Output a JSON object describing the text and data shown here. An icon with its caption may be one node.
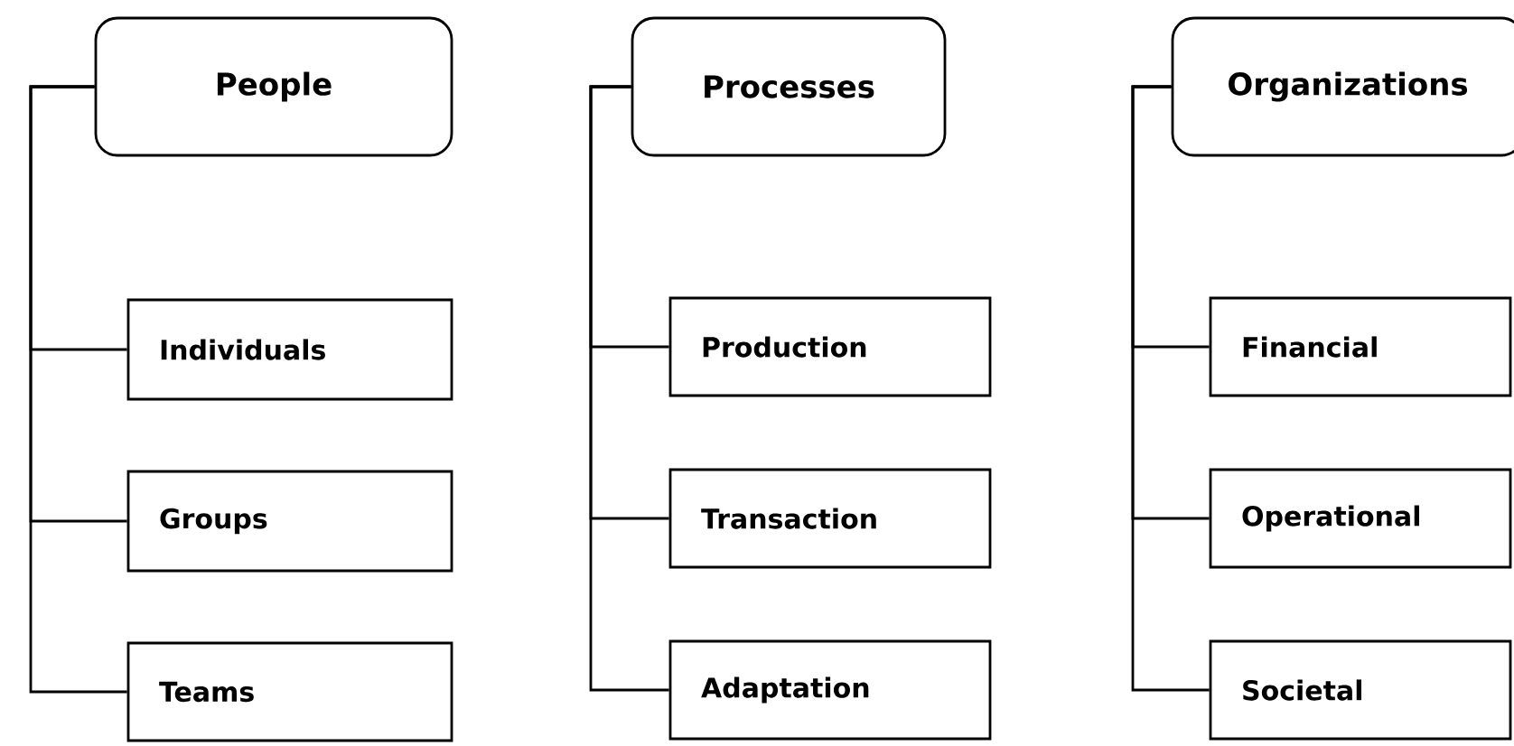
{
  "diagram": {
    "nodes": [
      {
        "text": [
          "People"
        ]
      },
      {
        "text": [
          "Individuals"
        ]
      },
      {
        "text": [
          "Groups"
        ]
      },
      {
        "text": [
          "Teams"
        ]
      },
      {
        "text": [
          "Processes"
        ]
      },
      {
        "text": [
          "Production"
        ]
      },
      {
        "text": [
          "Transaction"
        ]
      },
      {
        "text": [
          "Adaptation"
        ]
      },
      {
        "text": [
          "Organizations"
        ]
      },
      {
        "text": [
          "Financial"
        ]
      },
      {
        "text": [
          "Operational"
        ]
      },
      {
        "text": [
          "Societal"
        ]
      }
    ],
    "edges": [
      {
        "from": 0,
        "to": 1,
        "arrow": "none"
      },
      {
        "from": 0,
        "to": 2,
        "arrow": "none"
      },
      {
        "from": 0,
        "to": 3,
        "arrow": "none"
      },
      {
        "from": 4,
        "to": 5,
        "arrow": "none"
      },
      {
        "from": 4,
        "to": 6,
        "arrow": "none"
      },
      {
        "from": 4,
        "to": 7,
        "arrow": "none"
      },
      {
        "from": 8,
        "to": 9,
        "arrow": "none"
      },
      {
        "from": 8,
        "to": 10,
        "arrow": "none"
      },
      {
        "from": 8,
        "to": 11,
        "arrow": "none"
      }
    ]
  }
}
